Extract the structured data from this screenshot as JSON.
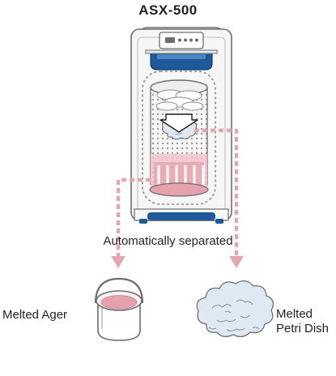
{
  "title": "ASX-500",
  "caption": "Automatically separated",
  "outputs": {
    "left_label": "Melted Ager",
    "right_label_line1": "Melted",
    "right_label_line2": "Petri Dish"
  },
  "colors": {
    "flow_arrow": "#e3a7b0",
    "agar": "#e7a1ac",
    "machine_blue": "#1e5a99",
    "machine_body": "#f4f4f4",
    "outline": "#6d6e71"
  },
  "icons": {
    "separation_arrow": "white-down-arrow-icon",
    "agar_container": "bucket-icon",
    "petri_dish_mass": "cloud-icon"
  }
}
